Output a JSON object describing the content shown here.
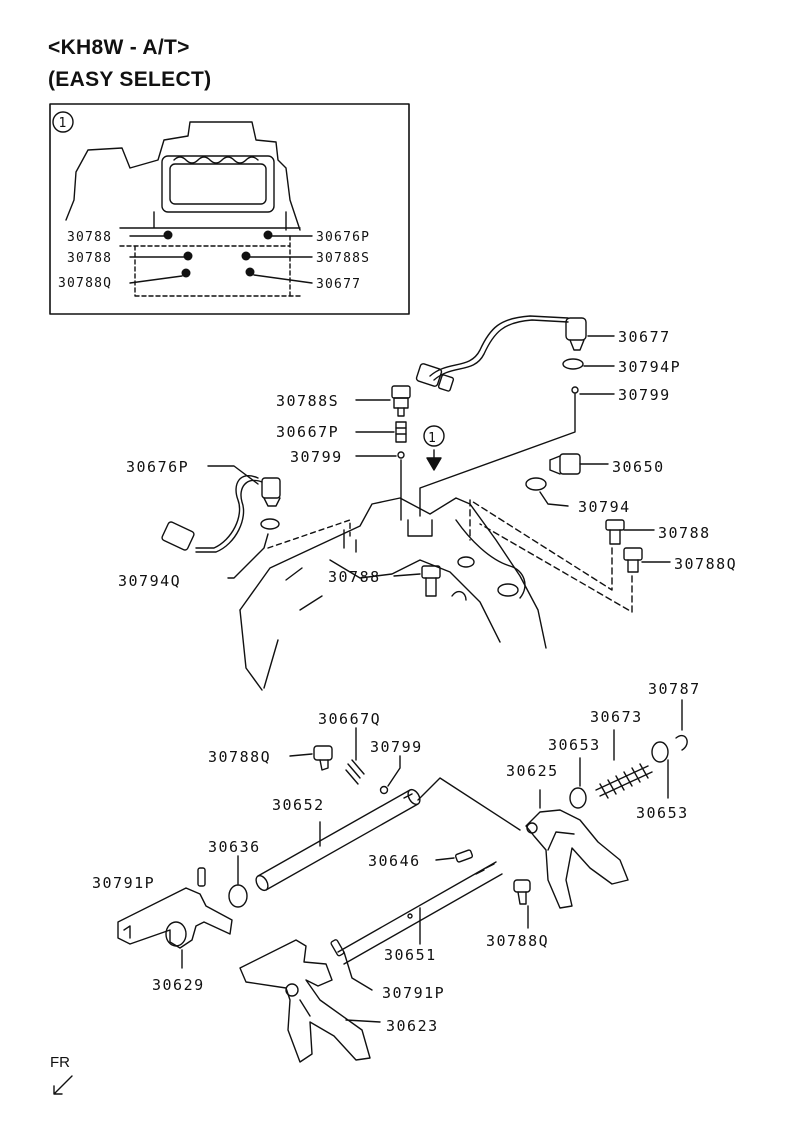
{
  "header": {
    "title": "<KH8W - A/T>",
    "subtitle": "(EASY SELECT)"
  },
  "inset": {
    "marker": "1",
    "labels_left": [
      "30788",
      "30788",
      "30788Q"
    ],
    "labels_right": [
      "30676P",
      "30788S",
      "30677"
    ]
  },
  "callout_marker": "1",
  "parts": {
    "p30677": "30677",
    "p30794P": "30794P",
    "p30799_top": "30799",
    "p30788S": "30788S",
    "p30667P": "30667P",
    "p30799_mid": "30799",
    "p30676P": "30676P",
    "p30650": "30650",
    "p30794": "30794",
    "p30788_right": "30788",
    "p30788Q_right": "30788Q",
    "p30794Q": "30794Q",
    "p30788_center": "30788",
    "p30787": "30787",
    "p30673": "30673",
    "p30667Q": "30667Q",
    "p30653_top": "30653",
    "p30788Q_mid": "30788Q",
    "p30799_low": "30799",
    "p30625": "30625",
    "p30653_right": "30653",
    "p30652": "30652",
    "p30636": "30636",
    "p30646": "30646",
    "p30791P_left": "30791P",
    "p30788Q_low": "30788Q",
    "p30651": "30651",
    "p30629": "30629",
    "p30791P_bottom": "30791P",
    "p30623": "30623"
  },
  "footer": {
    "direction": "FR"
  }
}
